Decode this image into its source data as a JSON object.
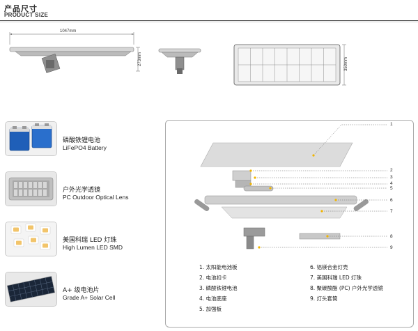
{
  "section": {
    "title_cn": "产品尺寸",
    "title_en": "PRODUCT SIZE"
  },
  "dimensions": {
    "length": "1047mm",
    "height": "273mm",
    "width": "350mm"
  },
  "features": [
    {
      "icon": "battery-icon",
      "cn": "磷酸铁锂电池",
      "en": "LiFePO4 Battery"
    },
    {
      "icon": "lens-icon",
      "cn": "户外光学透镜",
      "en": "PC Outdoor Optical Lens"
    },
    {
      "icon": "led-chip-icon",
      "cn": "美国科瑞 LED 灯珠",
      "en": "High Lumen LED SMD"
    },
    {
      "icon": "solar-panel-icon",
      "cn": "A+ 级电池片",
      "en": "Grade A+ Solar Cell"
    }
  ],
  "exploded": {
    "callouts": [
      "1",
      "2",
      "3",
      "4",
      "5",
      "6",
      "7",
      "8",
      "9"
    ]
  },
  "parts_left": [
    "1. 太阳能电池板",
    "2. 电池扣卡",
    "3. 磷酸铁锂电池",
    "4. 电池底座",
    "5. 加强板"
  ],
  "parts_right": [
    "6. 铝镁合金灯壳",
    "7. 美国科瑞 LED 灯珠",
    "8. 聚碳酸酯 (PC) 户外光学透镜",
    "9. 灯头套筒"
  ],
  "colors": {
    "battery_blue": "#1f5fb8",
    "callout_dot": "#f0b400",
    "solar_cell": "#1a2638"
  }
}
